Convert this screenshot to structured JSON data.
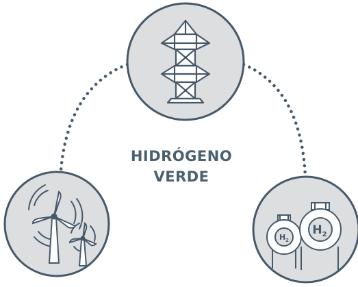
{
  "diagram": {
    "title_line1": "HIDRÓGENO",
    "title_line2": "VERDE",
    "nodes": [
      {
        "id": "transmission",
        "icon": "power-tower-icon"
      },
      {
        "id": "renewables",
        "icon": "wind-turbines-icon"
      },
      {
        "id": "storage",
        "icon": "hydrogen-tanks-icon",
        "tank_labels": [
          "H",
          "H"
        ],
        "subscripts": [
          "2",
          "2"
        ]
      }
    ],
    "colors": {
      "fill": "#dcdee0",
      "stroke": "#46596a",
      "text": "#4b6070",
      "dots": "#46596a"
    }
  }
}
